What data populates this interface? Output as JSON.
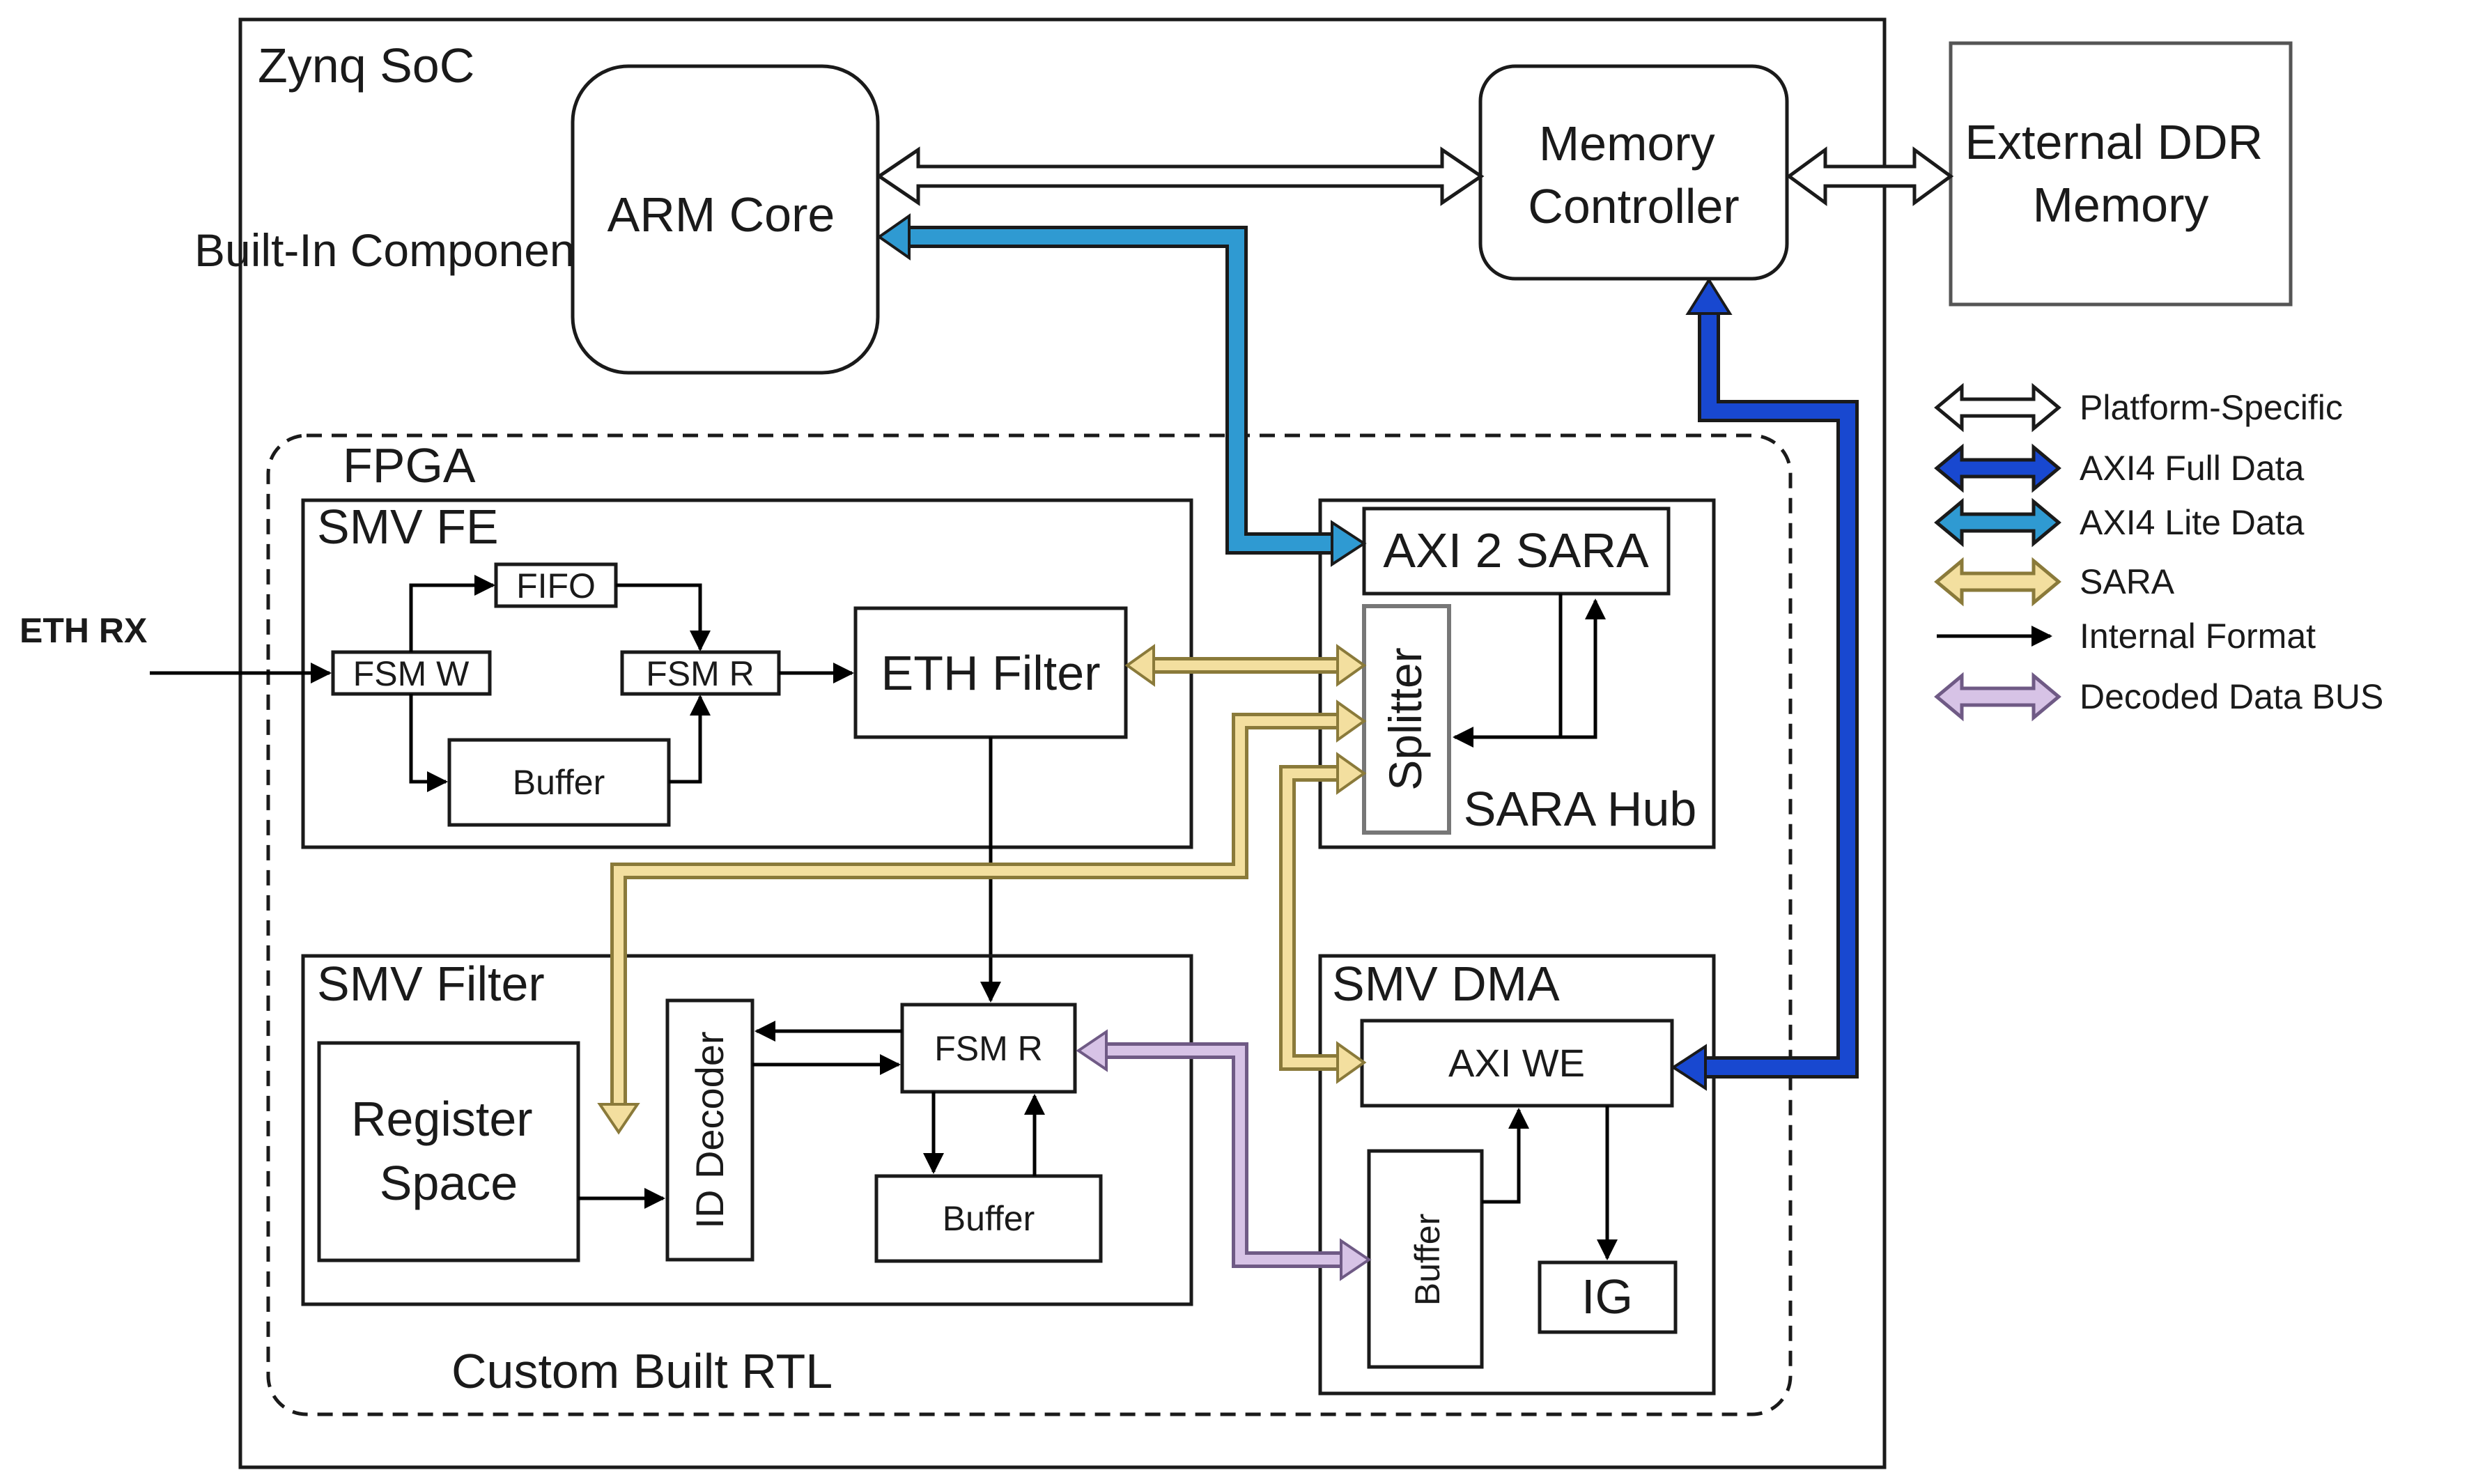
{
  "soc": {
    "label": "Zynq SoC"
  },
  "builtin": {
    "label": "Built-In Components"
  },
  "blocks": {
    "arm_core": "ARM Core",
    "memory_controller": [
      "Memory",
      "Controller"
    ],
    "external_ddr": [
      "External DDR",
      "Memory"
    ]
  },
  "fpga": {
    "label": "FPGA",
    "caption": "Custom Built RTL"
  },
  "eth_rx": "ETH RX",
  "smv_fe": {
    "title": "SMV FE",
    "fifo": "FIFO",
    "fsm_w": "FSM W",
    "fsm_r": "FSM R",
    "buffer": "Buffer",
    "eth_filter": "ETH Filter"
  },
  "sara_hub": {
    "title": "SARA Hub",
    "axi2sara": "AXI 2 SARA",
    "splitter": "Splitter"
  },
  "smv_filter": {
    "title": "SMV Filter",
    "register_space": [
      "Register",
      "Space"
    ],
    "id_decoder": "ID Decoder",
    "fsm_r": "FSM R",
    "buffer": "Buffer"
  },
  "smv_dma": {
    "title": "SMV DMA",
    "axi_we": "AXI WE",
    "buffer": "Buffer",
    "ig": "IG"
  },
  "legend": [
    {
      "label": "Platform-Specific",
      "style": "hollow",
      "color": "#ffffff"
    },
    {
      "label": "AXI4 Full Data",
      "style": "solid",
      "color": "#1848d0"
    },
    {
      "label": "AXI4 Lite Data",
      "style": "solid",
      "color": "#2f9ad2"
    },
    {
      "label": "SARA",
      "style": "hollow",
      "color": "#f3df9f"
    },
    {
      "label": "Internal Format",
      "style": "line",
      "color": "#000000"
    },
    {
      "label": "Decoded Data BUS",
      "style": "hollow",
      "color": "#d7c3e6"
    }
  ]
}
